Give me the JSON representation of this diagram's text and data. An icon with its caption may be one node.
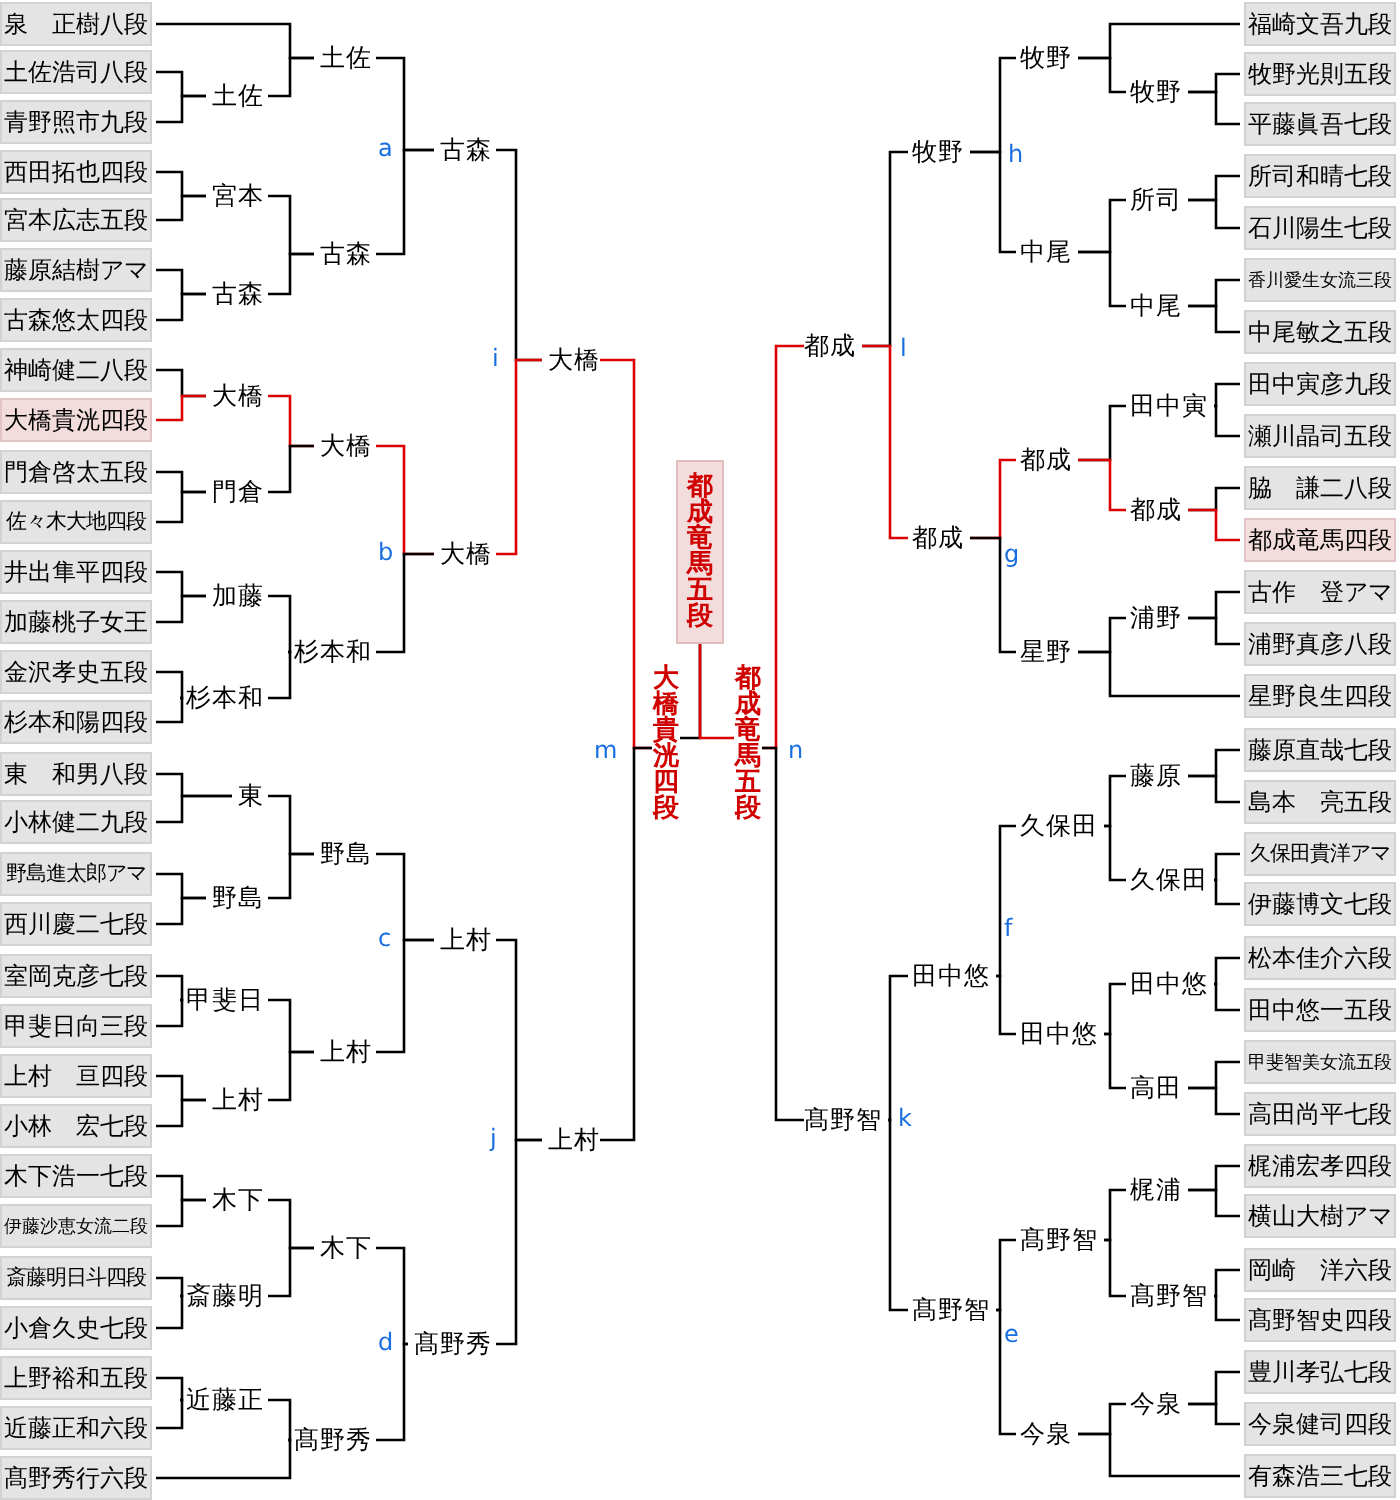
{
  "diagram": {
    "nodes": [
      {
        "text": [
          "泉　正樹八段"
        ]
      },
      {
        "text": [
          "土佐浩司八段"
        ]
      },
      {
        "text": [
          "青野照市九段"
        ]
      },
      {
        "text": [
          "西田拓也四段"
        ]
      },
      {
        "text": [
          "宮本広志五段"
        ]
      },
      {
        "text": [
          "藤原結樹アマ"
        ]
      },
      {
        "text": [
          "古森悠太四段"
        ]
      },
      {
        "text": [
          "神崎健二八段"
        ]
      },
      {
        "text": [
          "大橋貴洸四段"
        ]
      },
      {
        "text": [
          "門倉啓太五段"
        ]
      },
      {
        "text": [
          "佐々木大地四段"
        ]
      },
      {
        "text": [
          "井出隼平四段"
        ]
      },
      {
        "text": [
          "加藤桃子女王"
        ]
      },
      {
        "text": [
          "金沢孝史五段"
        ]
      },
      {
        "text": [
          "杉本和陽四段"
        ]
      },
      {
        "text": [
          "東　和男八段"
        ]
      },
      {
        "text": [
          "小林健二九段"
        ]
      },
      {
        "text": [
          "野島進太郎アマ"
        ]
      },
      {
        "text": [
          "西川慶二七段"
        ]
      },
      {
        "text": [
          "室岡克彦七段"
        ]
      },
      {
        "text": [
          "甲斐日向三段"
        ]
      },
      {
        "text": [
          "上村　亘四段"
        ]
      },
      {
        "text": [
          "小林　宏七段"
        ]
      },
      {
        "text": [
          "木下浩一七段"
        ]
      },
      {
        "text": [
          "伊藤沙恵女流二段"
        ]
      },
      {
        "text": [
          "斎藤明日斗四段"
        ]
      },
      {
        "text": [
          "小倉久史七段"
        ]
      },
      {
        "text": [
          "上野裕和五段"
        ]
      },
      {
        "text": [
          "近藤正和六段"
        ]
      },
      {
        "text": [
          "髙野秀行六段"
        ]
      },
      {
        "text": [
          "土佐"
        ]
      },
      {
        "text": [
          "宮本"
        ]
      },
      {
        "text": [
          "古森"
        ]
      },
      {
        "text": [
          "大橋"
        ]
      },
      {
        "text": [
          "門倉"
        ]
      },
      {
        "text": [
          "加藤"
        ]
      },
      {
        "text": [
          "杉本和"
        ]
      },
      {
        "text": [
          "東"
        ]
      },
      {
        "text": [
          "野島"
        ]
      },
      {
        "text": [
          "甲斐日"
        ]
      },
      {
        "text": [
          "上村"
        ]
      },
      {
        "text": [
          "木下"
        ]
      },
      {
        "text": [
          "斎藤明"
        ]
      },
      {
        "text": [
          "近藤正"
        ]
      },
      {
        "text": [
          "土佐"
        ]
      },
      {
        "text": [
          "古森"
        ]
      },
      {
        "text": [
          "大橋"
        ]
      },
      {
        "text": [
          "杉本和"
        ]
      },
      {
        "text": [
          "野島"
        ]
      },
      {
        "text": [
          "上村"
        ]
      },
      {
        "text": [
          "木下"
        ]
      },
      {
        "text": [
          "髙野秀"
        ]
      },
      {
        "text": [
          "古森"
        ]
      },
      {
        "text": [
          "大橋"
        ]
      },
      {
        "text": [
          "上村"
        ]
      },
      {
        "text": [
          "髙野秀"
        ]
      },
      {
        "text": [
          "大橋"
        ]
      },
      {
        "text": [
          "上村"
        ]
      },
      {
        "text": [
          "都成竜馬五段"
        ]
      },
      {
        "text": [
          "大橋貴洸四段"
        ]
      },
      {
        "text": [
          "都成竜馬五段"
        ]
      },
      {
        "text": [
          "都成"
        ]
      },
      {
        "text": [
          "髙野智"
        ]
      },
      {
        "text": [
          "牧野"
        ]
      },
      {
        "text": [
          "都成"
        ]
      },
      {
        "text": [
          "田中悠"
        ]
      },
      {
        "text": [
          "髙野智"
        ]
      },
      {
        "text": [
          "牧野"
        ]
      },
      {
        "text": [
          "中尾"
        ]
      },
      {
        "text": [
          "都成"
        ]
      },
      {
        "text": [
          "星野"
        ]
      },
      {
        "text": [
          "久保田"
        ]
      },
      {
        "text": [
          "田中悠"
        ]
      },
      {
        "text": [
          "髙野智"
        ]
      },
      {
        "text": [
          "今泉"
        ]
      },
      {
        "text": [
          "牧野"
        ]
      },
      {
        "text": [
          "所司"
        ]
      },
      {
        "text": [
          "中尾"
        ]
      },
      {
        "text": [
          "田中寅"
        ]
      },
      {
        "text": [
          "都成"
        ]
      },
      {
        "text": [
          "浦野"
        ]
      },
      {
        "text": [
          "藤原"
        ]
      },
      {
        "text": [
          "久保田"
        ]
      },
      {
        "text": [
          "田中悠"
        ]
      },
      {
        "text": [
          "高田"
        ]
      },
      {
        "text": [
          "梶浦"
        ]
      },
      {
        "text": [
          "髙野智"
        ]
      },
      {
        "text": [
          "今泉"
        ]
      },
      {
        "text": [
          "福崎文吾九段"
        ]
      },
      {
        "text": [
          "牧野光則五段"
        ]
      },
      {
        "text": [
          "平藤眞吾七段"
        ]
      },
      {
        "text": [
          "所司和晴七段"
        ]
      },
      {
        "text": [
          "石川陽生七段"
        ]
      },
      {
        "text": [
          "香川愛生女流三段"
        ]
      },
      {
        "text": [
          "中尾敏之五段"
        ]
      },
      {
        "text": [
          "田中寅彦九段"
        ]
      },
      {
        "text": [
          "瀬川晶司五段"
        ]
      },
      {
        "text": [
          "脇　謙二八段"
        ]
      },
      {
        "text": [
          "都成竜馬四段"
        ]
      },
      {
        "text": [
          "古作　登アマ"
        ]
      },
      {
        "text": [
          "浦野真彦八段"
        ]
      },
      {
        "text": [
          "星野良生四段"
        ]
      },
      {
        "text": [
          "藤原直哉七段"
        ]
      },
      {
        "text": [
          "島本　亮五段"
        ]
      },
      {
        "text": [
          "久保田貴洋アマ"
        ]
      },
      {
        "text": [
          "伊藤博文七段"
        ]
      },
      {
        "text": [
          "松本佳介六段"
        ]
      },
      {
        "text": [
          "田中悠一五段"
        ]
      },
      {
        "text": [
          "甲斐智美女流五段"
        ]
      },
      {
        "text": [
          "高田尚平七段"
        ]
      },
      {
        "text": [
          "梶浦宏孝四段"
        ]
      },
      {
        "text": [
          "横山大樹アマ"
        ]
      },
      {
        "text": [
          "岡崎　洋六段"
        ]
      },
      {
        "text": [
          "髙野智史四段"
        ]
      },
      {
        "text": [
          "豊川孝弘七段"
        ]
      },
      {
        "text": [
          "今泉健司四段"
        ]
      },
      {
        "text": [
          "有森浩三七段"
        ]
      }
    ],
    "edges": [
      {
        "from": 1,
        "to": 30,
        "arrow": "none"
      },
      {
        "from": 2,
        "to": 30,
        "arrow": "none"
      },
      {
        "from": 3,
        "to": 31,
        "arrow": "none"
      },
      {
        "from": 4,
        "to": 31,
        "arrow": "none"
      },
      {
        "from": 5,
        "to": 32,
        "arrow": "none"
      },
      {
        "from": 6,
        "to": 32,
        "arrow": "none"
      },
      {
        "from": 7,
        "to": 33,
        "arrow": "none"
      },
      {
        "from": 8,
        "to": 33,
        "arrow": "none",
        "color": "#dd0000"
      },
      {
        "from": 9,
        "to": 34,
        "arrow": "none"
      },
      {
        "from": 10,
        "to": 34,
        "arrow": "none"
      },
      {
        "from": 11,
        "to": 35,
        "arrow": "none"
      },
      {
        "from": 12,
        "to": 35,
        "arrow": "none"
      },
      {
        "from": 13,
        "to": 36,
        "arrow": "none"
      },
      {
        "from": 14,
        "to": 36,
        "arrow": "none"
      },
      {
        "from": 15,
        "to": 37,
        "arrow": "none"
      },
      {
        "from": 16,
        "to": 37,
        "arrow": "none"
      },
      {
        "from": 17,
        "to": 38,
        "arrow": "none"
      },
      {
        "from": 18,
        "to": 38,
        "arrow": "none"
      },
      {
        "from": 19,
        "to": 39,
        "arrow": "none"
      },
      {
        "from": 20,
        "to": 39,
        "arrow": "none"
      },
      {
        "from": 21,
        "to": 40,
        "arrow": "none"
      },
      {
        "from": 22,
        "to": 40,
        "arrow": "none"
      },
      {
        "from": 23,
        "to": 41,
        "arrow": "none"
      },
      {
        "from": 24,
        "to": 41,
        "arrow": "none"
      },
      {
        "from": 25,
        "to": 42,
        "arrow": "none"
      },
      {
        "from": 26,
        "to": 42,
        "arrow": "none"
      },
      {
        "from": 27,
        "to": 43,
        "arrow": "none"
      },
      {
        "from": 28,
        "to": 43,
        "arrow": "none"
      },
      {
        "from": 0,
        "to": 44,
        "arrow": "none"
      },
      {
        "from": 30,
        "to": 44,
        "arrow": "none"
      },
      {
        "from": 31,
        "to": 45,
        "arrow": "none"
      },
      {
        "from": 32,
        "to": 45,
        "arrow": "none"
      },
      {
        "from": 33,
        "to": 46,
        "arrow": "none",
        "color": "#dd0000"
      },
      {
        "from": 34,
        "to": 46,
        "arrow": "none"
      },
      {
        "from": 35,
        "to": 47,
        "arrow": "none"
      },
      {
        "from": 36,
        "to": 47,
        "arrow": "none"
      },
      {
        "from": 37,
        "to": 48,
        "arrow": "none"
      },
      {
        "from": 38,
        "to": 48,
        "arrow": "none"
      },
      {
        "from": 39,
        "to": 49,
        "arrow": "none"
      },
      {
        "from": 40,
        "to": 49,
        "arrow": "none"
      },
      {
        "from": 41,
        "to": 50,
        "arrow": "none"
      },
      {
        "from": 42,
        "to": 50,
        "arrow": "none"
      },
      {
        "from": 43,
        "to": 51,
        "arrow": "none"
      },
      {
        "from": 29,
        "to": 51,
        "arrow": "none"
      },
      {
        "from": 44,
        "to": 52,
        "arrow": "none"
      },
      {
        "from": 45,
        "to": 52,
        "arrow": "none"
      },
      {
        "from": 46,
        "to": 53,
        "arrow": "none",
        "color": "#dd0000"
      },
      {
        "from": 47,
        "to": 53,
        "arrow": "none"
      },
      {
        "from": 48,
        "to": 54,
        "arrow": "none"
      },
      {
        "from": 49,
        "to": 54,
        "arrow": "none"
      },
      {
        "from": 50,
        "to": 55,
        "arrow": "none"
      },
      {
        "from": 51,
        "to": 55,
        "arrow": "none"
      },
      {
        "from": 52,
        "to": 56,
        "arrow": "none"
      },
      {
        "from": 53,
        "to": 56,
        "arrow": "none",
        "color": "#dd0000"
      },
      {
        "from": 54,
        "to": 57,
        "arrow": "none"
      },
      {
        "from": 55,
        "to": 57,
        "arrow": "none"
      },
      {
        "from": 56,
        "to": 59,
        "arrow": "none",
        "color": "#dd0000"
      },
      {
        "from": 57,
        "to": 59,
        "arrow": "none"
      },
      {
        "from": 59,
        "to": 58,
        "arrow": "none"
      },
      {
        "from": 60,
        "to": 58,
        "arrow": "none",
        "color": "#dd0000"
      },
      {
        "from": 61,
        "to": 60,
        "arrow": "none",
        "color": "#dd0000"
      },
      {
        "from": 62,
        "to": 60,
        "arrow": "none"
      },
      {
        "from": 63,
        "to": 61,
        "arrow": "none"
      },
      {
        "from": 64,
        "to": 61,
        "arrow": "none",
        "color": "#dd0000"
      },
      {
        "from": 65,
        "to": 62,
        "arrow": "none"
      },
      {
        "from": 66,
        "to": 62,
        "arrow": "none"
      },
      {
        "from": 67,
        "to": 63,
        "arrow": "none"
      },
      {
        "from": 68,
        "to": 63,
        "arrow": "none"
      },
      {
        "from": 69,
        "to": 64,
        "arrow": "none",
        "color": "#dd0000"
      },
      {
        "from": 70,
        "to": 64,
        "arrow": "none"
      },
      {
        "from": 71,
        "to": 65,
        "arrow": "none"
      },
      {
        "from": 72,
        "to": 65,
        "arrow": "none"
      },
      {
        "from": 73,
        "to": 66,
        "arrow": "none"
      },
      {
        "from": 74,
        "to": 66,
        "arrow": "none"
      },
      {
        "from": 88,
        "to": 67,
        "arrow": "none"
      },
      {
        "from": 75,
        "to": 67,
        "arrow": "none"
      },
      {
        "from": 76,
        "to": 68,
        "arrow": "none"
      },
      {
        "from": 77,
        "to": 68,
        "arrow": "none"
      },
      {
        "from": 78,
        "to": 69,
        "arrow": "none"
      },
      {
        "from": 79,
        "to": 69,
        "arrow": "none",
        "color": "#dd0000"
      },
      {
        "from": 80,
        "to": 70,
        "arrow": "none"
      },
      {
        "from": 101,
        "to": 70,
        "arrow": "none"
      },
      {
        "from": 81,
        "to": 71,
        "arrow": "none"
      },
      {
        "from": 82,
        "to": 71,
        "arrow": "none"
      },
      {
        "from": 83,
        "to": 72,
        "arrow": "none"
      },
      {
        "from": 84,
        "to": 72,
        "arrow": "none"
      },
      {
        "from": 85,
        "to": 73,
        "arrow": "none"
      },
      {
        "from": 86,
        "to": 73,
        "arrow": "none"
      },
      {
        "from": 87,
        "to": 74,
        "arrow": "none"
      },
      {
        "from": 116,
        "to": 74,
        "arrow": "none"
      },
      {
        "from": 89,
        "to": 75,
        "arrow": "none"
      },
      {
        "from": 90,
        "to": 75,
        "arrow": "none"
      },
      {
        "from": 91,
        "to": 76,
        "arrow": "none"
      },
      {
        "from": 92,
        "to": 76,
        "arrow": "none"
      },
      {
        "from": 93,
        "to": 77,
        "arrow": "none"
      },
      {
        "from": 94,
        "to": 77,
        "arrow": "none"
      },
      {
        "from": 95,
        "to": 78,
        "arrow": "none"
      },
      {
        "from": 96,
        "to": 78,
        "arrow": "none"
      },
      {
        "from": 97,
        "to": 79,
        "arrow": "none"
      },
      {
        "from": 98,
        "to": 79,
        "arrow": "none",
        "color": "#dd0000"
      },
      {
        "from": 99,
        "to": 80,
        "arrow": "none"
      },
      {
        "from": 100,
        "to": 80,
        "arrow": "none"
      },
      {
        "from": 102,
        "to": 81,
        "arrow": "none"
      },
      {
        "from": 103,
        "to": 81,
        "arrow": "none"
      },
      {
        "from": 104,
        "to": 82,
        "arrow": "none"
      },
      {
        "from": 105,
        "to": 82,
        "arrow": "none"
      },
      {
        "from": 106,
        "to": 83,
        "arrow": "none"
      },
      {
        "from": 107,
        "to": 83,
        "arrow": "none"
      },
      {
        "from": 108,
        "to": 84,
        "arrow": "none"
      },
      {
        "from": 109,
        "to": 84,
        "arrow": "none"
      },
      {
        "from": 110,
        "to": 85,
        "arrow": "none"
      },
      {
        "from": 111,
        "to": 85,
        "arrow": "none"
      },
      {
        "from": 112,
        "to": 86,
        "arrow": "none"
      },
      {
        "from": 113,
        "to": 86,
        "arrow": "none"
      },
      {
        "from": 114,
        "to": 87,
        "arrow": "none"
      },
      {
        "from": 115,
        "to": 87,
        "arrow": "none"
      }
    ],
    "labels": [
      "a",
      "b",
      "c",
      "d",
      "e",
      "f",
      "g",
      "h",
      "i",
      "j",
      "k",
      "l",
      "m",
      "n"
    ]
  }
}
